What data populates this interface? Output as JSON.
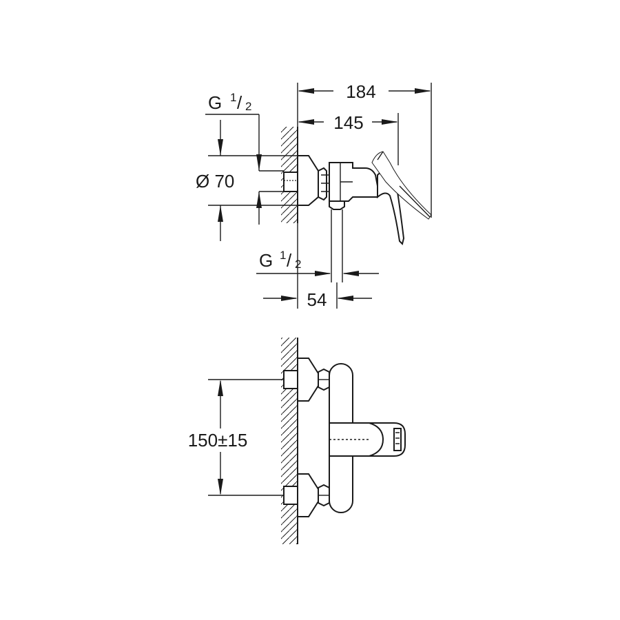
{
  "diagram": {
    "dimensions": {
      "total_depth": "184",
      "handle_depth": "145",
      "inlet_thread_top": "G",
      "inlet_thread_fraction_num": "1",
      "inlet_thread_fraction_den": "2",
      "rosette_diameter": "Ø 70",
      "outlet_thread": "G",
      "outlet_thread_fraction_num": "1",
      "outlet_thread_fraction_den": "2",
      "outlet_offset": "54",
      "centre_distance": "150±15"
    }
  }
}
